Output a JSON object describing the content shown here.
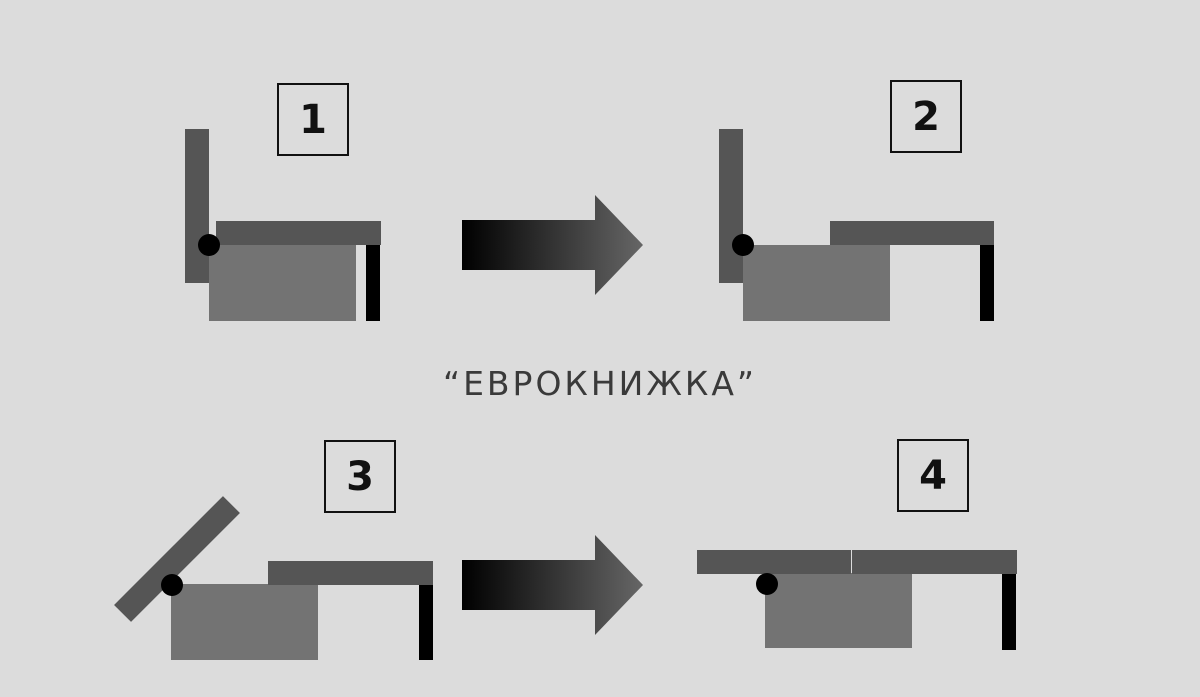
{
  "title": "“ЕВРОКНИЖКА”",
  "steps": [
    {
      "label": "1"
    },
    {
      "label": "2"
    },
    {
      "label": "3"
    },
    {
      "label": "4"
    }
  ],
  "colors": {
    "background": "#dcdcdc",
    "backrest": "#555555",
    "seat": "#555555",
    "storage_box": "#737373",
    "leg": "#000000",
    "pivot": "#000000",
    "arrow_start": "#000000",
    "arrow_end": "#666666"
  },
  "icons": [
    "right-arrow-icon",
    "right-arrow-icon"
  ]
}
